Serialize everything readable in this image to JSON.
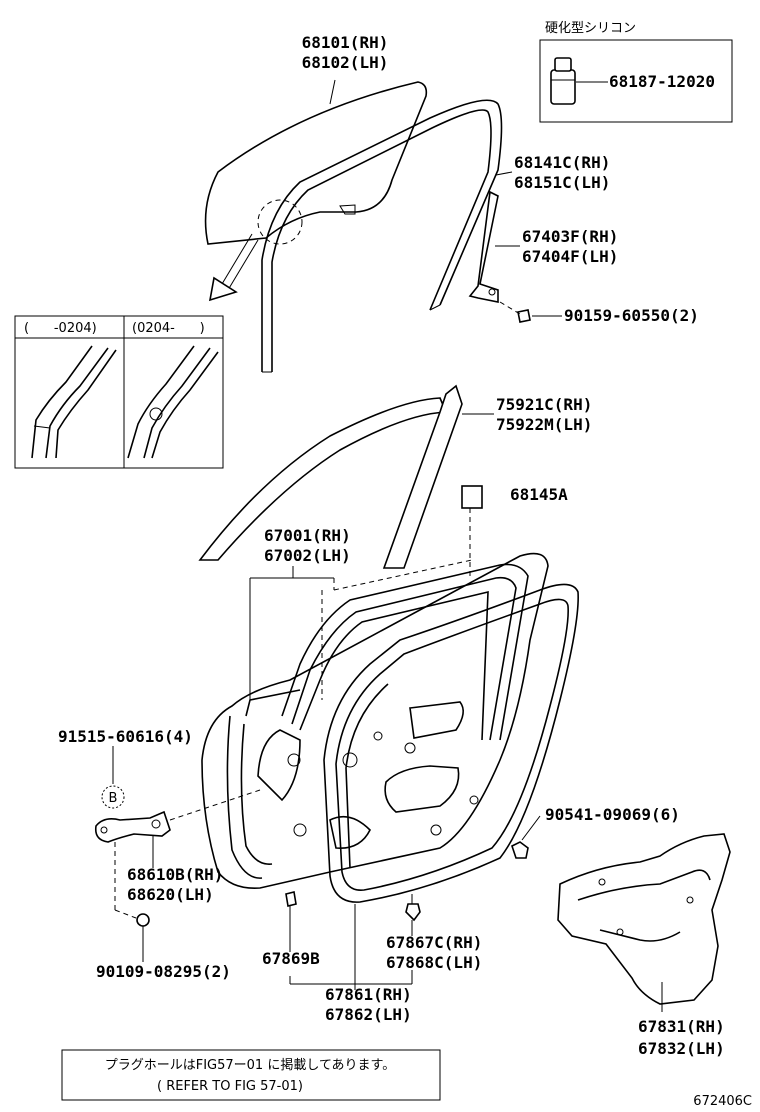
{
  "labels": {
    "glass": [
      "68101(RH)",
      "68102(LH)"
    ],
    "silicone_title": "硬化型シリコン",
    "silicone_part": "68187-12020",
    "run": [
      "68141C(RH)",
      "68151C(LH)"
    ],
    "channel": [
      "67403F(RH)",
      "67404F(LH)"
    ],
    "screw1": "90159-60550(2)",
    "inset_left": "(      -0204)",
    "inset_right": "(0204-      )",
    "moulding": [
      "75921C(RH)",
      "75922M(LH)"
    ],
    "pad": "68145A",
    "door": [
      "67001(RH)",
      "67002(LH)"
    ],
    "bolt1": "91515-60616(4)",
    "hinge": [
      "68610B(RH)",
      "68620(LH)"
    ],
    "bolt2": "90109-08295(2)",
    "clip": "67869B",
    "grommet": [
      "67867C(RH)",
      "67868C(LH)"
    ],
    "weatherstrip": [
      "67861(RH)",
      "67862(LH)"
    ],
    "plug": "90541-09069(6)",
    "cover": [
      "67831(RH)",
      "67832(LH)"
    ],
    "circle_b": "B"
  },
  "note": {
    "line1": "プラグホールはFIG57ー01 に掲載してあります。",
    "line2": "( REFER TO FIG 57-01)"
  },
  "figure_code": "672406C"
}
